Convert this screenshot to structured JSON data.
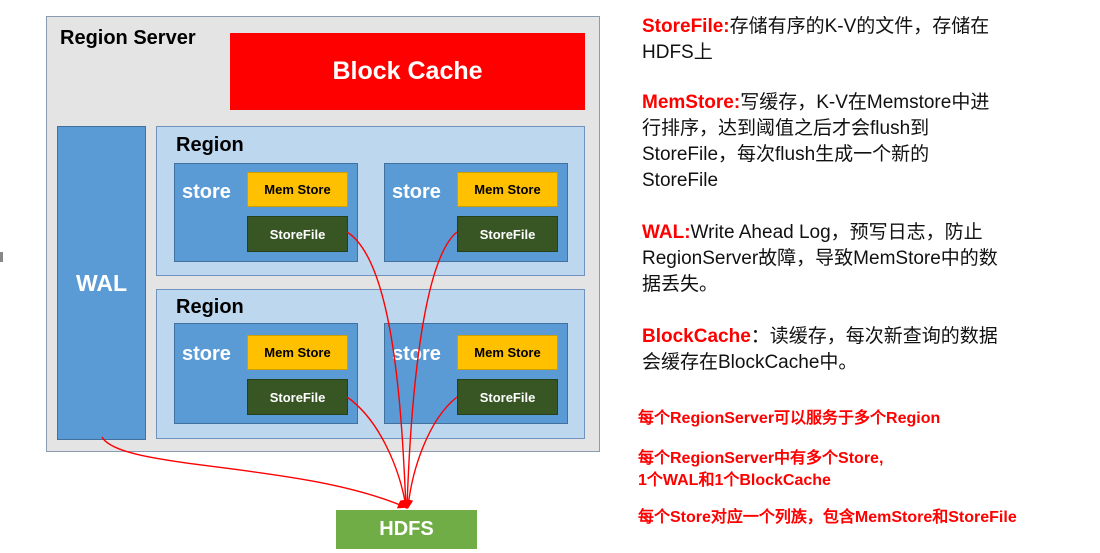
{
  "server": {
    "label": "Region Server",
    "block_cache": "Block Cache",
    "wal": "WAL"
  },
  "regions": [
    {
      "label": "Region",
      "stores": [
        {
          "label": "store",
          "memstore": "Mem Store",
          "storefile": "StoreFile"
        },
        {
          "label": "store",
          "memstore": "Mem Store",
          "storefile": "StoreFile"
        }
      ]
    },
    {
      "label": "Region",
      "stores": [
        {
          "label": "store",
          "memstore": "Mem Store",
          "storefile": "StoreFile"
        },
        {
          "label": "store",
          "memstore": "Mem Store",
          "storefile": "StoreFile"
        }
      ]
    }
  ],
  "hdfs": "HDFS",
  "descriptions": [
    {
      "term": "StoreFile:",
      "lines": [
        "存储有序的K-V的文件，存储在",
        "HDFS上"
      ]
    },
    {
      "term": "MemStore:",
      "lines": [
        "写缓存，K-V在Memstore中进",
        "行排序，达到阈值之后才会flush到",
        "StoreFile，每次flush生成一个新的",
        "StoreFile"
      ]
    },
    {
      "term": "WAL:",
      "lines": [
        "Write Ahead Log，预写日志，防止",
        "RegionServer故障，导致MemStore中的数",
        "据丢失。"
      ]
    },
    {
      "term": "BlockCache",
      "lines": [
        "：读缓存，每次新查询的数据",
        "会缓存在BlockCache中。"
      ]
    }
  ],
  "notes": [
    [
      "每个RegionServer可以服务于多个Region"
    ],
    [
      "每个RegionServer中有多个Store,",
      "1个WAL和1个BlockCache"
    ],
    [
      "每个Store对应一个列族，包含MemStore和StoreFile"
    ]
  ],
  "colors": {
    "block_cache": "#ff0000",
    "wal": "#5b9bd5",
    "region": "#bdd7ee",
    "store": "#5b9bd5",
    "memstore": "#ffc000",
    "storefile": "#375623",
    "hdfs": "#70ad47",
    "arrow": "#ff0000"
  }
}
